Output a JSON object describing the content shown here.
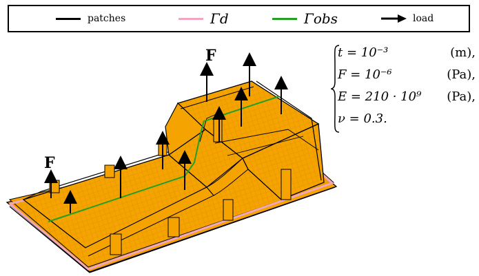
{
  "legend": {
    "items": [
      {
        "label": "patches",
        "color": "#000000",
        "kind": "line"
      },
      {
        "label": "Γd",
        "color": "#f0a6bf",
        "kind": "line"
      },
      {
        "label": "Γobs",
        "color": "#22a022",
        "kind": "line"
      },
      {
        "label": "load",
        "color": "#000000",
        "kind": "arrow"
      }
    ]
  },
  "labels": {
    "force_top": "F",
    "force_left": "F"
  },
  "equations": [
    {
      "lhs": "t = 10⁻³",
      "unit": "(m),"
    },
    {
      "lhs": "F = 10⁻⁶",
      "unit": "(Pa),"
    },
    {
      "lhs": "E = 210 · 10⁹",
      "unit": "(Pa),"
    },
    {
      "lhs": "ν = 0.3.",
      "unit": ""
    }
  ],
  "colors": {
    "surface": "#f5a300",
    "mesh": "#c98300",
    "boundary": "#f0a6bf",
    "observation": "#22a022",
    "edge": "#000000"
  }
}
